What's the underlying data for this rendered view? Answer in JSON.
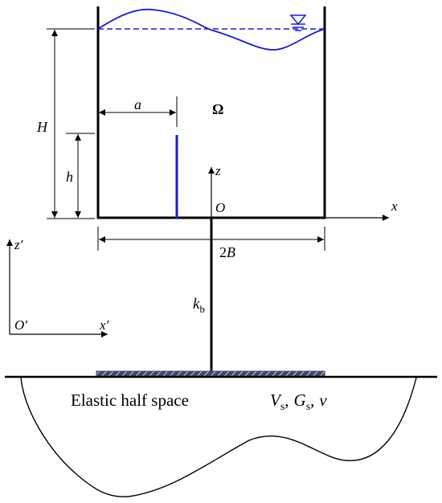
{
  "labels": {
    "H": "H",
    "h": "h",
    "a": "a",
    "omega": "Ω",
    "z": "z",
    "O": "O",
    "x": "x",
    "two": "2",
    "B": "B",
    "k": "k",
    "k_sub": "b",
    "z_prime": "z′",
    "O_prime": "O′",
    "x_prime": "x′",
    "half_space": "Elastic half space",
    "V": "V",
    "V_sub": "s",
    "G": "G",
    "G_sub": "s",
    "comma": ",",
    "nu": "ν"
  },
  "colors": {
    "fluid": "#1a1adb",
    "structure": "#000000",
    "foundation_fill": "#3a4a6a"
  },
  "icons": {
    "free_surface_marker": "water-level-triangle-icon"
  }
}
